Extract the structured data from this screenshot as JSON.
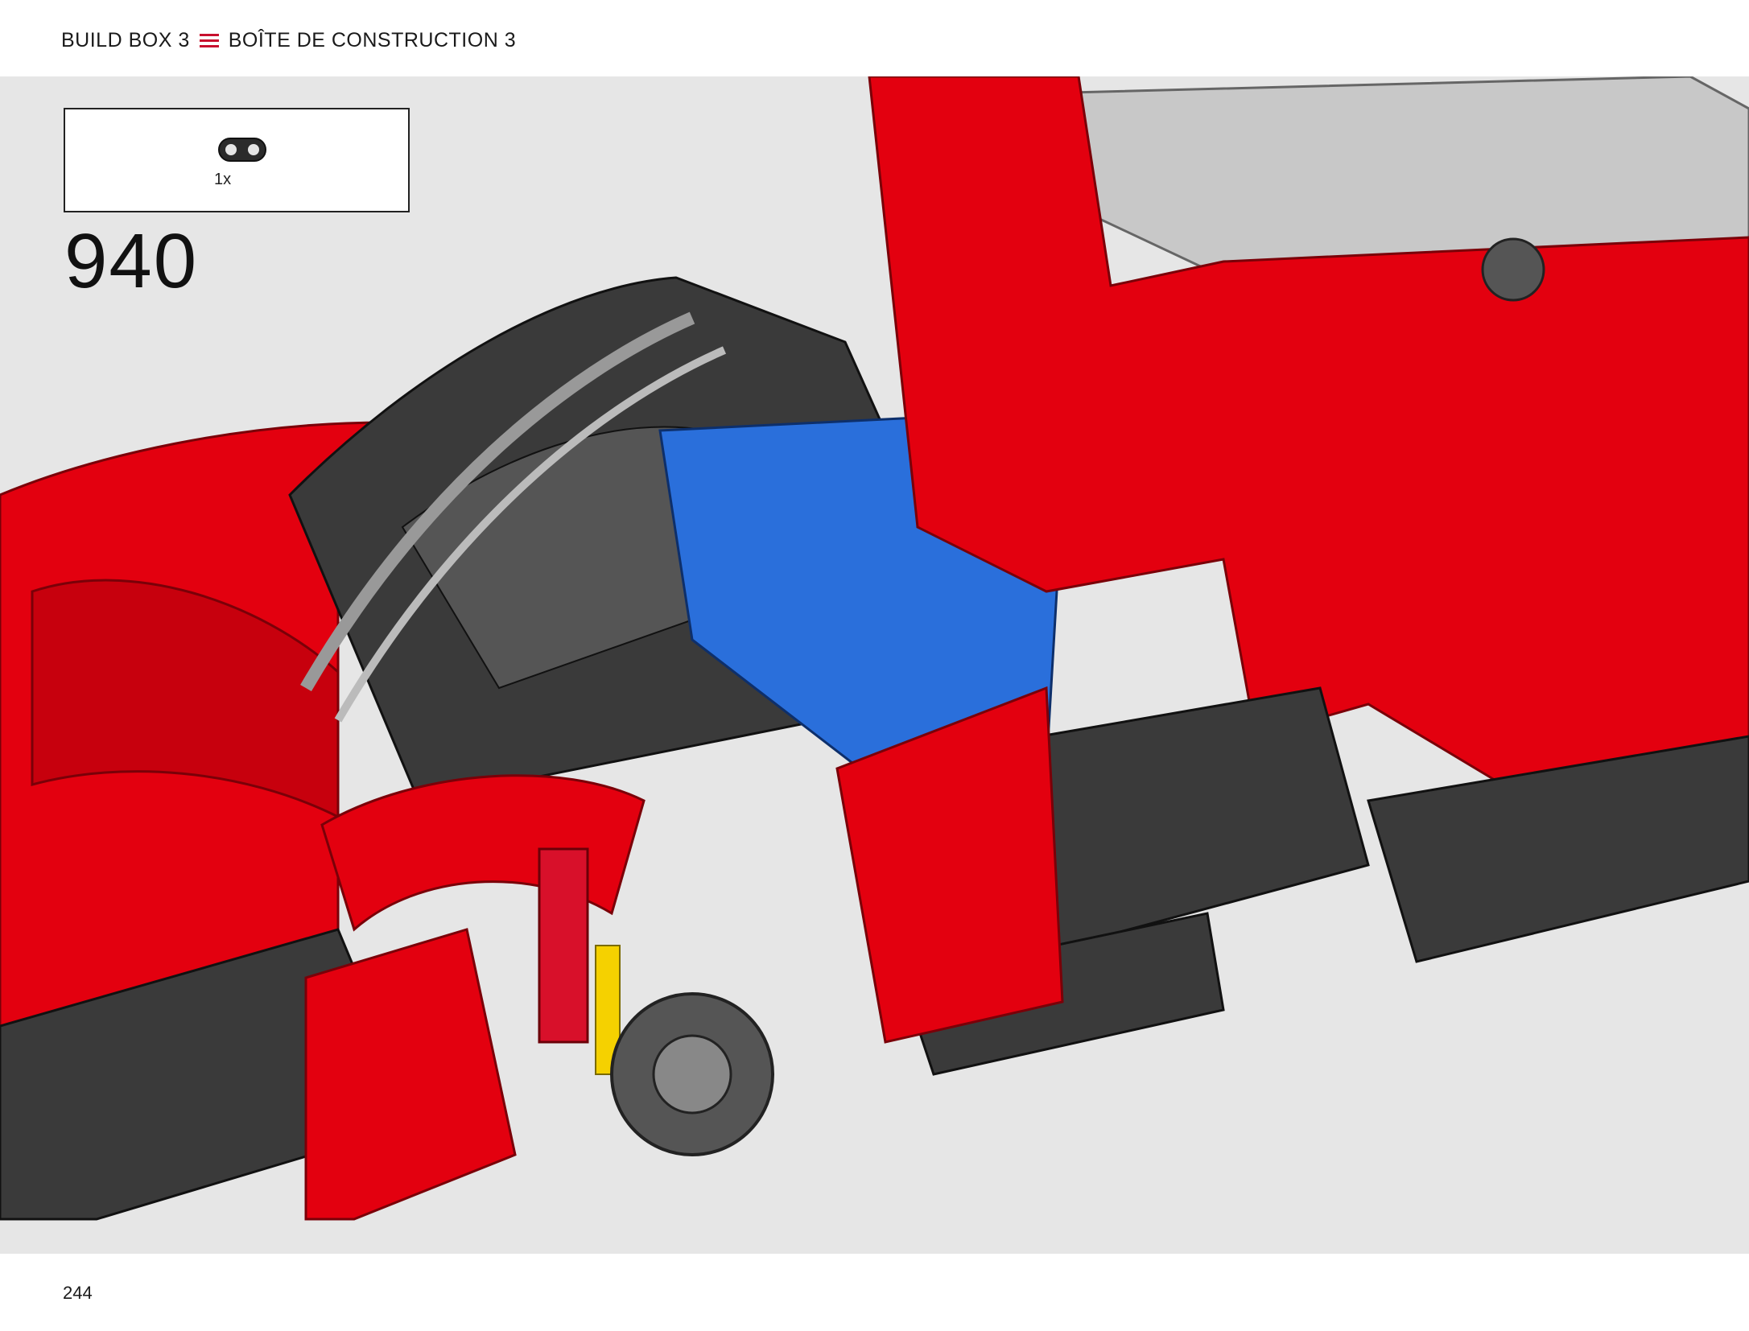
{
  "header": {
    "left_text": "BUILD BOX 3",
    "divider_icon": "triple-red-lines-icon",
    "right_text": "BOÎTE DE CONSTRUCTION 3"
  },
  "parts_callout": {
    "part_icon": "black-beam-2-holes-icon",
    "quantity": "1x"
  },
  "step": {
    "number": "940"
  },
  "illustration": {
    "subject": "red-technic-car-chassis-model",
    "colors": {
      "body_red": "#e3000f",
      "frame_dark": "#3a3a3a",
      "seat_blue": "#2a6fdb",
      "accent_yellow": "#f5d100",
      "light_gray": "#c8c8c8",
      "background": "#e6e6e6"
    }
  },
  "footer": {
    "page_number": "244"
  }
}
